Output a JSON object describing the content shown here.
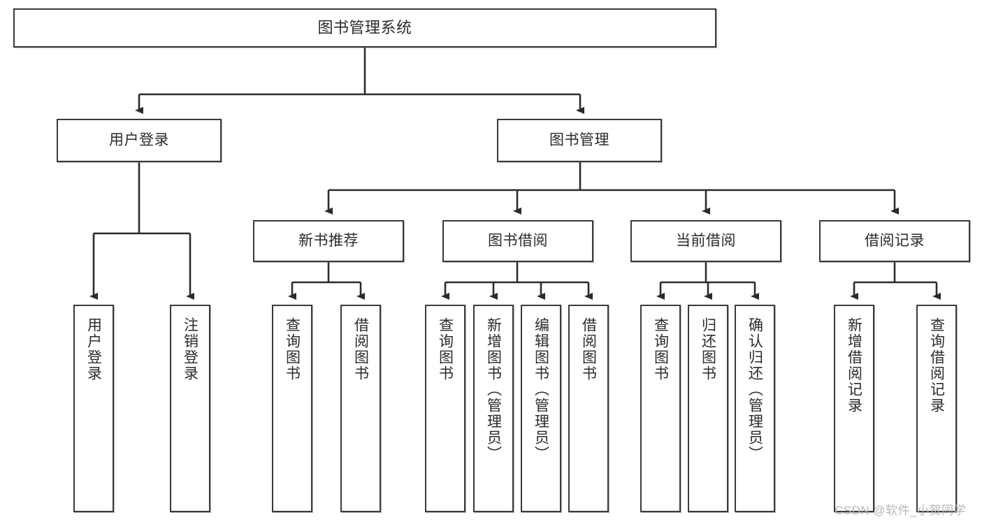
{
  "diagram": {
    "title": "图书管理系统",
    "type": "tree-hierarchy",
    "colors": {
      "box_border": "#3a3a3a",
      "box_fill": "#ffffff",
      "connector": "#2b2b2b",
      "watermark": "#b6b6b6",
      "background": "#ffffff"
    },
    "root": {
      "label": "图书管理系统"
    },
    "level2": [
      {
        "label": "用户登录"
      },
      {
        "label": "图书管理"
      }
    ],
    "level3": [
      {
        "label": "新书推荐"
      },
      {
        "label": "图书借阅"
      },
      {
        "label": "当前借阅"
      },
      {
        "label": "借阅记录"
      }
    ],
    "leaves": {
      "user_login": [
        {
          "label": "用户登录"
        },
        {
          "label": "注销登录"
        }
      ],
      "new_book_recommend": [
        {
          "label": "查询图书"
        },
        {
          "label": "借阅图书"
        }
      ],
      "book_borrow": [
        {
          "label": "查询图书"
        },
        {
          "label": "新增图书（管理员）"
        },
        {
          "label": "编辑图书（管理员）"
        },
        {
          "label": "借阅图书"
        }
      ],
      "current_borrow": [
        {
          "label": "查询图书"
        },
        {
          "label": "归还图书"
        },
        {
          "label": "确认归还（管理员）"
        }
      ],
      "borrow_record": [
        {
          "label": "新增借阅记录"
        },
        {
          "label": "查询借阅记录"
        }
      ]
    }
  },
  "watermark": {
    "text": "CSDN @软件_小贺同学"
  }
}
